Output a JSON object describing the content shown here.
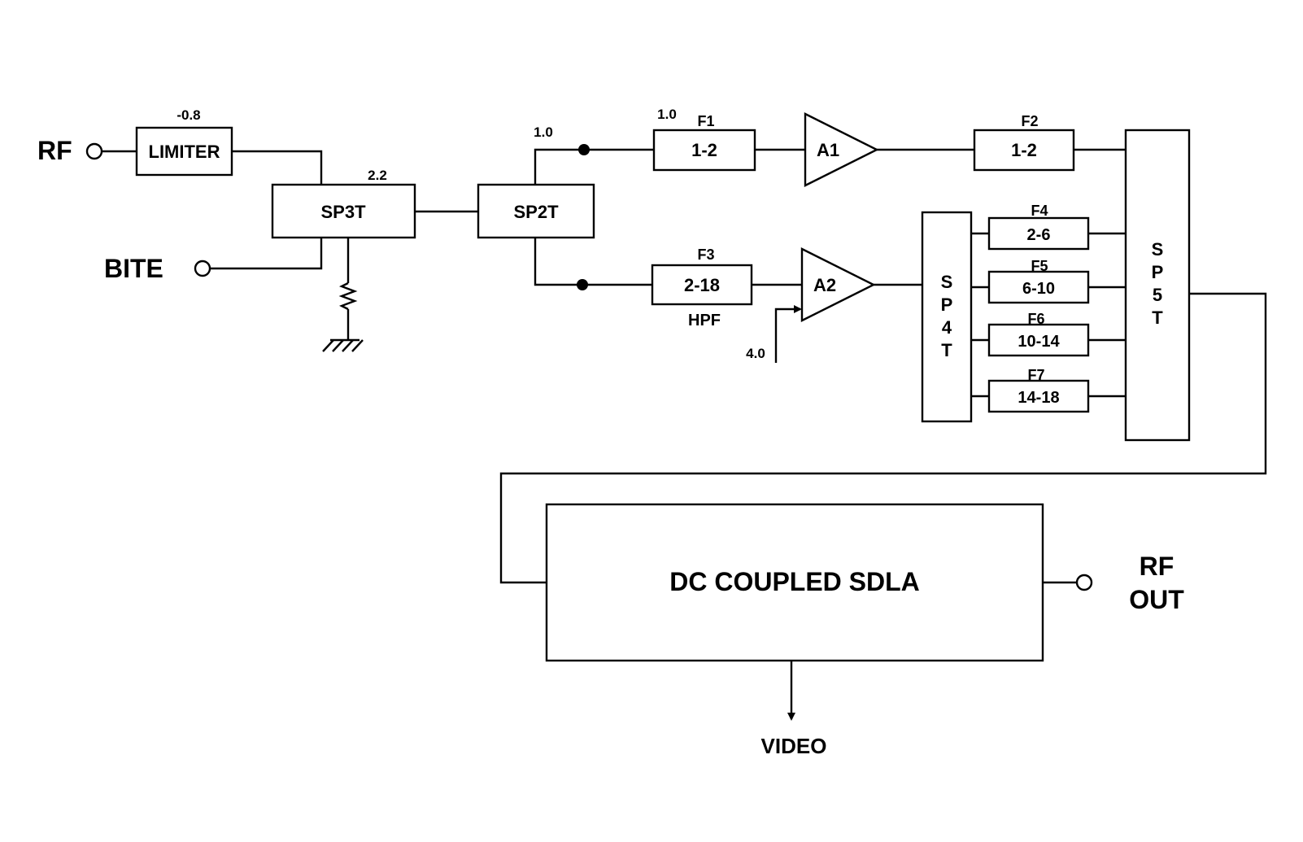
{
  "ports": {
    "rf_in": "RF",
    "bite": "BITE",
    "rf_out_line1": "RF",
    "rf_out_line2": "OUT",
    "video": "VIDEO"
  },
  "blocks": {
    "limiter": "LIMITER",
    "sp3t": "SP3T",
    "sp2t": "SP2T",
    "a1": "A1",
    "a2": "A2",
    "sdla": "DC COUPLED SDLA"
  },
  "sp4t_letters": [
    "S",
    "P",
    "4",
    "T"
  ],
  "sp5t_letters": [
    "S",
    "P",
    "5",
    "T"
  ],
  "filters": {
    "f1": {
      "name": "F1",
      "band": "1-2"
    },
    "f2": {
      "name": "F2",
      "band": "1-2"
    },
    "f3": {
      "name": "F3",
      "band": "2-18",
      "note": "HPF"
    },
    "f4": {
      "name": "F4",
      "band": "2-6"
    },
    "f5": {
      "name": "F5",
      "band": "6-10"
    },
    "f6": {
      "name": "F6",
      "band": "10-14"
    },
    "f7": {
      "name": "F7",
      "band": "14-18"
    }
  },
  "values": {
    "limiter": "-0.8",
    "sp3t": "2.2",
    "sp2t": "1.0",
    "f1": "1.0",
    "a2_control": "4.0"
  }
}
